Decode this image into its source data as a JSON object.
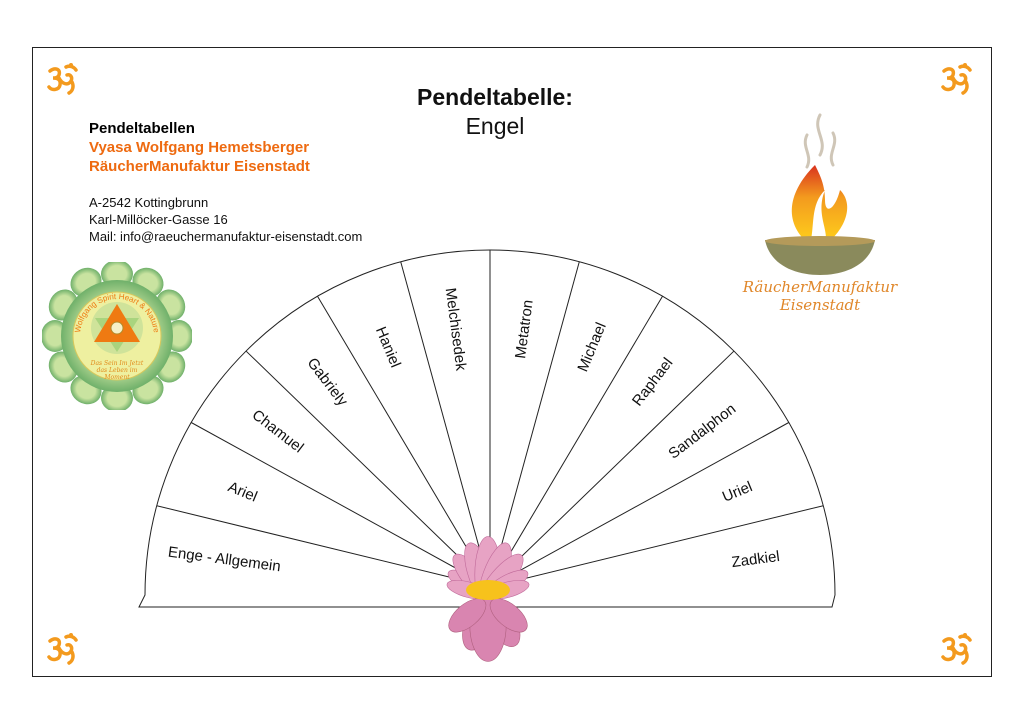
{
  "header": {
    "title": "Pendeltabelle:",
    "subtitle": "Engel"
  },
  "author": {
    "heading": "Pendeltabellen",
    "name": "Vyasa Wolfgang Hemetsberger",
    "company": "RäucherManufaktur Eisenstadt"
  },
  "address": {
    "line1": "A-2542 Kottingbrunn",
    "line2": "Karl-Millöcker-Gasse 16",
    "line3": "Mail: info@raeuchermanufaktur-eisenstadt.com"
  },
  "seal": {
    "ring_text": "Wolfgang Spirit Heart & Nature",
    "motto": "Das Sein Im Jetzt das Leben im Moment"
  },
  "brand_logo": {
    "line1": "RäucherManufaktur",
    "line2": "Eisenstadt"
  },
  "fan": {
    "labels": [
      "Enge - Allgemein",
      "Ariel",
      "Chamuel",
      "Gabriely",
      "Haniel",
      "Melchisedek",
      "Metatron",
      "Michael",
      "Raphael",
      "Sandalphon",
      "Uriel",
      "Zadkiel"
    ]
  },
  "colors": {
    "orange": "#ee6a10",
    "om": "#f39a1e",
    "bowl": "#8a8a5c"
  }
}
